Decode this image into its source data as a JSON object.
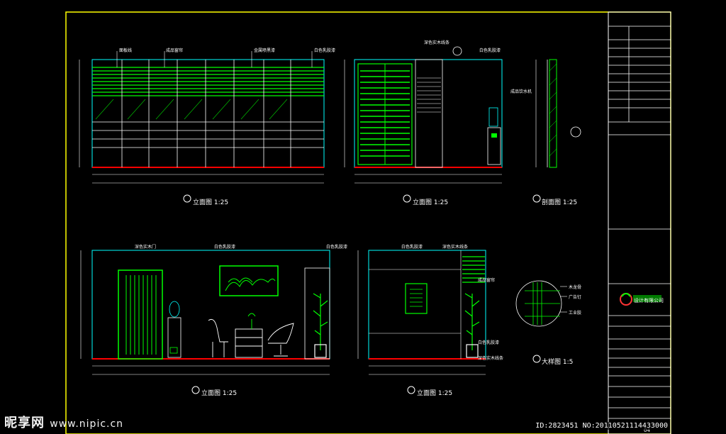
{
  "colors": {
    "frame": "#ffff00",
    "line": "#00ff00",
    "cyan": "#00ffff",
    "red": "#ff0000",
    "white": "#ffffff",
    "bg": "#000000"
  },
  "views": [
    {
      "id": "a",
      "title": "立面图 1:25"
    },
    {
      "id": "b",
      "title": "立面图 1:25"
    },
    {
      "id": "c",
      "title": "剖面图 1:25"
    },
    {
      "id": "d",
      "title": "立面图 1:25"
    },
    {
      "id": "e",
      "title": "立面图 1:25"
    },
    {
      "id": "f",
      "title": "大样图 1:5"
    }
  ],
  "callouts_a": [
    "面板线",
    "成品窗帘",
    "金属喷黑漆",
    "白色乳胶漆"
  ],
  "callouts_b": [
    "深色实木线条",
    "白色乳胶漆",
    "成品饮水机"
  ],
  "callouts_d": [
    "深色实木门",
    "白色乳胶漆",
    "白色乳胶漆"
  ],
  "callouts_e": [
    "白色乳胶漆",
    "深色实木线条",
    "成品窗帘",
    "白色乳胶漆",
    "深色实木线条"
  ],
  "callouts_f": [
    "木龙骨",
    "广告钉",
    "工业胶"
  ],
  "title_block": {
    "company": "设计有限公司",
    "sheet": "04"
  },
  "watermark": {
    "brand": "昵享网",
    "url": "www.nipic.cn",
    "id": "ID:2823451 NO:20110521114433000"
  }
}
